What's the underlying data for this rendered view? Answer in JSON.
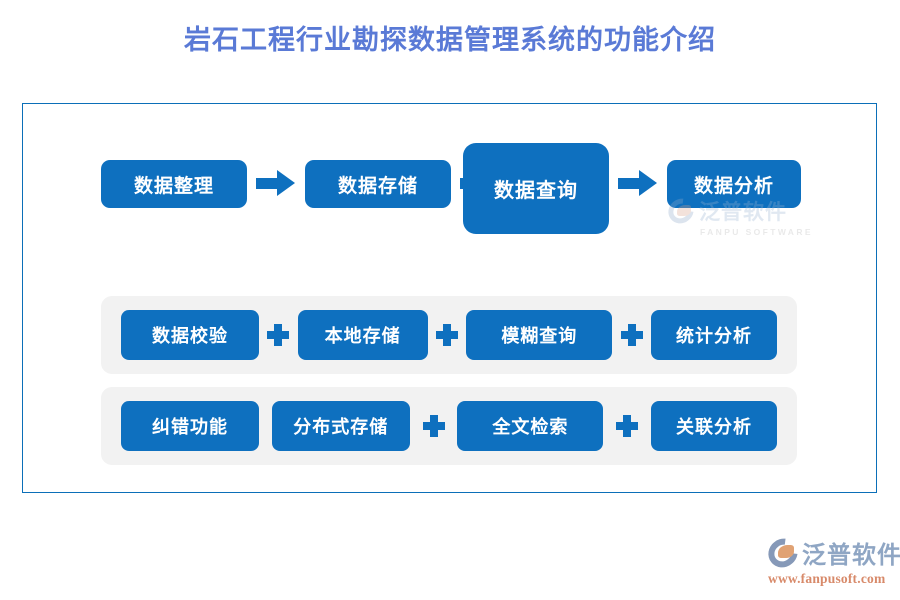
{
  "title": "岩石工程行业勘探数据管理系统的功能介绍",
  "colors": {
    "accent_blue": "#0e70bf",
    "title_blue": "#5a7ad6",
    "panel_gray": "#f2f2f2",
    "frame_border": "#0b6fb8",
    "logo_blue_gray": "#8fa6c4",
    "logo_orange": "#d88a6a"
  },
  "flow": {
    "steps": [
      {
        "label": "数据整理",
        "emphasis": false
      },
      {
        "label": "数据存储",
        "emphasis": false
      },
      {
        "label": "数据查询",
        "emphasis": true
      },
      {
        "label": "数据分析",
        "emphasis": false
      }
    ],
    "connector": "arrow-right"
  },
  "detail_rows": [
    {
      "items": [
        {
          "label": "数据校验"
        },
        {
          "label": "本地存储"
        },
        {
          "label": "模糊查询"
        },
        {
          "label": "统计分析"
        }
      ],
      "separators": [
        "plus",
        "plus",
        "plus"
      ]
    },
    {
      "items": [
        {
          "label": "纠错功能"
        },
        {
          "label": "分布式存储"
        },
        {
          "label": "全文检索"
        },
        {
          "label": "关联分析"
        }
      ],
      "separators": [
        "none",
        "plus",
        "plus"
      ]
    }
  ],
  "watermark": {
    "cn": "泛普软件",
    "en": "FANPU SOFTWARE"
  },
  "logo": {
    "cn": "泛普软件",
    "url": "www.fanpusoft.com"
  }
}
